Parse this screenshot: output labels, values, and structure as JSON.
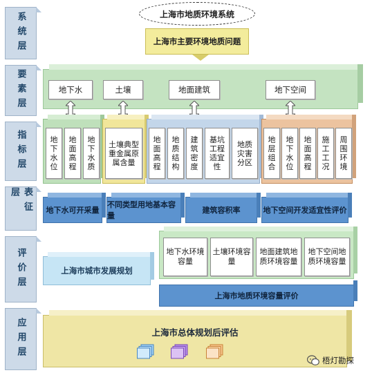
{
  "layers": [
    "系统层",
    "要素层",
    "指标层",
    "表征层",
    "评价层",
    "应用层"
  ],
  "system_title": "上海市地质环境系统",
  "problem_label": "上海市主要环境地质问题",
  "elements": [
    "地下水",
    "土壤",
    "地面建筑",
    "地下空间"
  ],
  "indicators": {
    "groundwater": [
      "地下水位",
      "地面高程",
      "地下水质"
    ],
    "soil": [
      "土壤典型重金属原属含量"
    ],
    "building": [
      "地面高程",
      "地质结构",
      "建筑密度",
      "基坑工程适宜性",
      "地质灾害分区"
    ],
    "underground": [
      "地层组合",
      "地下水位",
      "地面高程",
      "施工工况",
      "周围环境"
    ]
  },
  "characterization": [
    "地下水可开采量",
    "不同类型用地基本容量",
    "建筑容积率",
    "地下空间开发适宜性评价"
  ],
  "evaluation": {
    "city_plan": "上海市城市发展规划",
    "capacities": [
      "地下水环境容量",
      "土壤环境容量",
      "地面建筑地质环境容量",
      "地下空间地质环境容量"
    ],
    "overall": "上海市地质环境容量评价"
  },
  "application": {
    "title": "上海市总体规划后评估"
  },
  "brand": "梧灯勘探",
  "colors": {
    "element_layer": "#c4e3c1",
    "soil_group": "#f1e69a",
    "building_group": "#c3d6ea",
    "underground_group": "#ecc39f",
    "characterization": "#5c93cf",
    "application": "#efe6a5"
  },
  "icons": [
    "double-arrow-icon",
    "document-stack-icon",
    "wechat-icon"
  ]
}
